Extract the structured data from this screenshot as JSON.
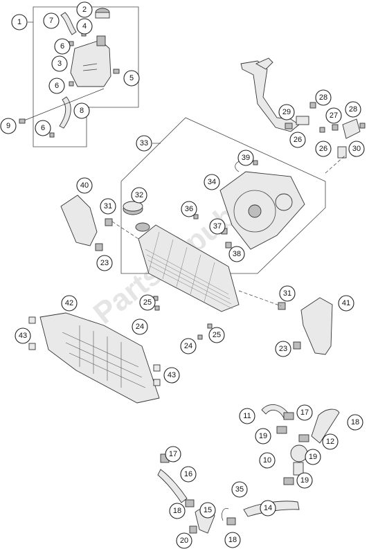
{
  "diagram": {
    "callouts": [
      "1",
      "2",
      "3",
      "4",
      "5",
      "6",
      "6",
      "6",
      "7",
      "8",
      "9",
      "11",
      "10",
      "12",
      "14",
      "15",
      "16",
      "17",
      "17",
      "18",
      "18",
      "18",
      "19",
      "19",
      "19",
      "20",
      "23",
      "23",
      "24",
      "24",
      "25",
      "25",
      "26",
      "26",
      "27",
      "28",
      "28",
      "29",
      "30",
      "31",
      "31",
      "32",
      "33",
      "34",
      "35",
      "36",
      "37",
      "38",
      "39",
      "40",
      "41",
      "42",
      "43",
      "43"
    ]
  },
  "watermark": "PartsRepublik"
}
